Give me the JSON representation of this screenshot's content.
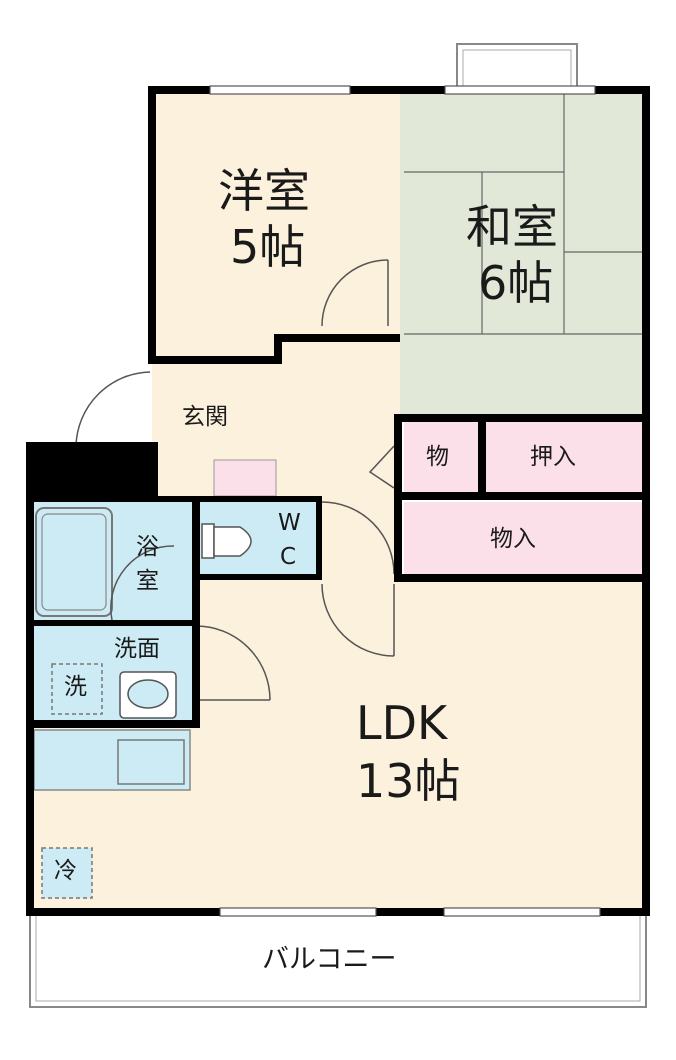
{
  "rooms": {
    "western": {
      "name": "洋室",
      "size": "5帖"
    },
    "japanese": {
      "name": "和室",
      "size": "6帖"
    },
    "ldk": {
      "name": "LDK",
      "size": "13帖"
    },
    "entrance": "玄関",
    "storage_small": "物",
    "closet": "押入",
    "storage": "物入",
    "bath": "浴室",
    "washroom": "洗面",
    "washer": "洗",
    "wc_w": "W",
    "wc_c": "C",
    "fridge": "冷",
    "balcony": "バルコニー"
  },
  "colors": {
    "western_floor": "#fbf1dc",
    "japanese_floor": "#e2e8d8",
    "ldk_floor": "#fbf1dc",
    "wet_area": "#cdebf4",
    "storage": "#fbe0ea",
    "wall": "#000000"
  }
}
